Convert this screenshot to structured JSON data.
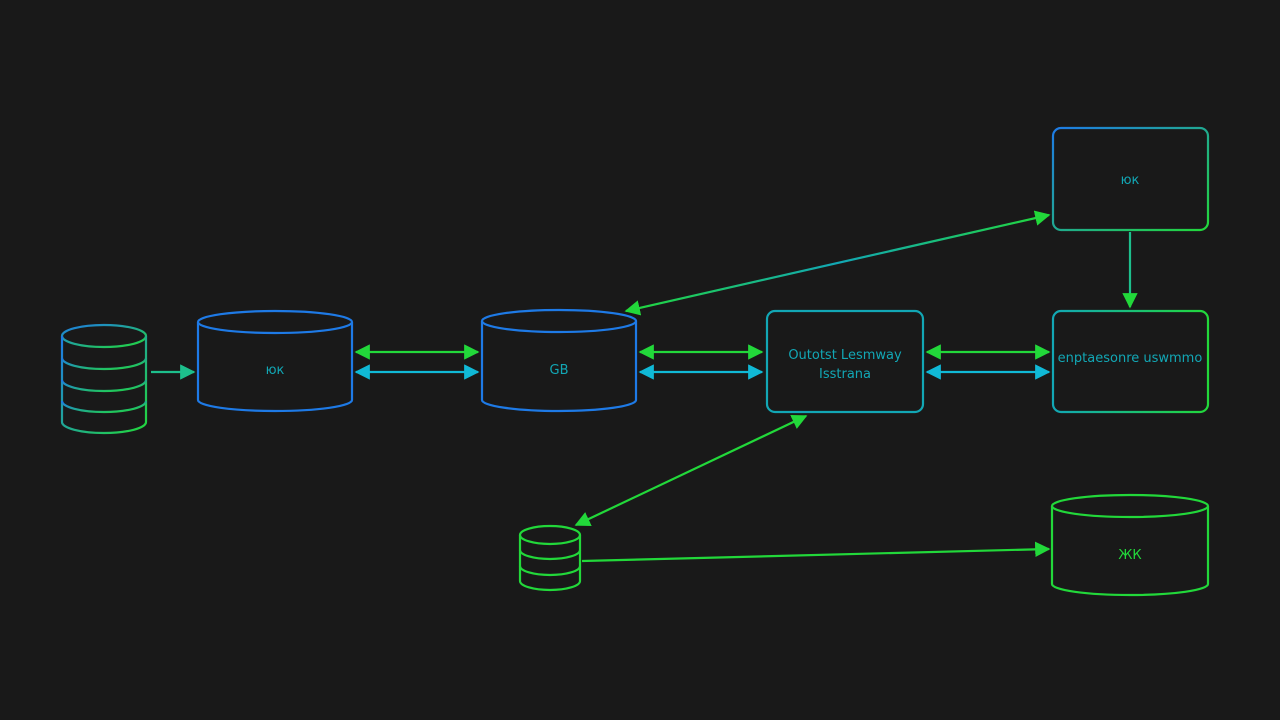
{
  "diagram": {
    "background": "#191919",
    "colors": {
      "blue": "#1e7ae6",
      "teal": "#12a7b5",
      "cyan": "#10b9d6",
      "green": "#22d83a",
      "green_teal": "#1dbf8c"
    },
    "nodes": {
      "source_db": {
        "icon": "database-icon"
      },
      "cyl_left": {
        "label": "юк"
      },
      "cyl_mid": {
        "label": "GB"
      },
      "box_center": {
        "line1": "Outotst Lesmway",
        "line2": "Isstrana"
      },
      "box_top_right": {
        "label": "юк"
      },
      "box_right": {
        "label": "enptaesonre uswmmo"
      },
      "small_db": {
        "icon": "database-icon"
      },
      "cyl_bottom_right": {
        "label": "ЖК"
      }
    }
  }
}
